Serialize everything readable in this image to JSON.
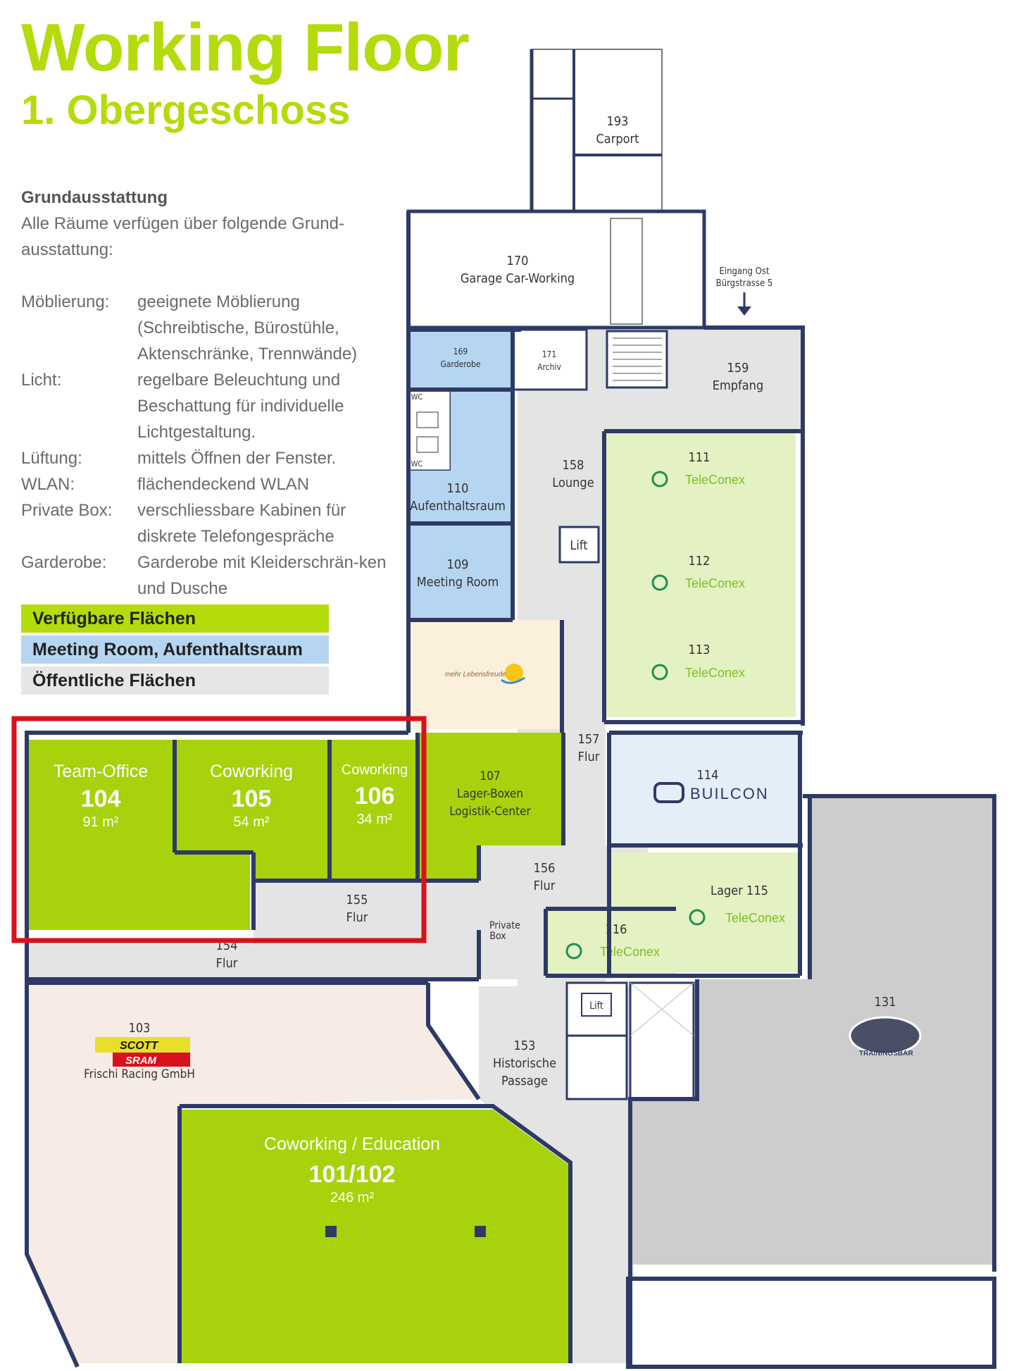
{
  "header": {
    "title": "Working Floor",
    "subtitle": "1. Obergeschoss"
  },
  "info": {
    "heading": "Grundausstattung",
    "intro": "Alle Räume verfügen über folgende Grund-ausstattung:",
    "specs": [
      {
        "key": "Möblierung:",
        "value": "geeignete Möblierung (Schreibtische, Bürostühle, Aktenschränke, Trennwände)"
      },
      {
        "key": "Licht:",
        "value": "regelbare Beleuchtung und Beschattung für individuelle Lichtgestaltung."
      },
      {
        "key": "Lüftung:",
        "value": "mittels Öffnen der Fenster."
      },
      {
        "key": "WLAN:",
        "value": "flächendeckend WLAN"
      },
      {
        "key": "Private Box:",
        "value": "verschliessbare Kabinen für diskrete Telefongespräche"
      },
      {
        "key": "Garderobe:",
        "value": "Garderobe mit Kleiderschrän-ken und Dusche"
      }
    ]
  },
  "legend": {
    "available": {
      "label": "Verfügbare Flächen",
      "color": "#b4db0c"
    },
    "meeting": {
      "label": "Meeting Room, Aufenthaltsraum",
      "color": "#b5d5f0"
    },
    "public": {
      "label": "Öffentliche Flächen",
      "color": "#e6e6e6"
    }
  },
  "colors": {
    "wall": "#2e3a66",
    "available": "#a7d20c",
    "tenant": "#e4f1c2",
    "meeting": "#b5d5f0",
    "public": "#e4e4e4",
    "scott": "#f7ebe6",
    "lebensfreude": "#fbf0dc",
    "builcon": "#e3eef9",
    "dark": "#cdcdcd",
    "highlight": "#d8111b"
  },
  "rooms": {
    "r193": {
      "number": "193",
      "name": "Carport"
    },
    "r170": {
      "number": "170",
      "name": "Garage Car-Working"
    },
    "entrance": {
      "line1": "Eingang Ost",
      "line2": "Bürgstrasse 5"
    },
    "r169": {
      "number": "169",
      "name": "Garderobe"
    },
    "r171": {
      "number": "171",
      "name": "Archiv"
    },
    "r159": {
      "number": "159",
      "name": "Empfang"
    },
    "wc1": "WC",
    "wc2": "WC",
    "r158": {
      "number": "158",
      "name": "Lounge"
    },
    "r111": {
      "number": "111",
      "tenant": "TeleConex"
    },
    "r110": {
      "number": "110",
      "name": "Aufenthaltsraum"
    },
    "lift_upper": "Lift",
    "r112": {
      "number": "112",
      "tenant": "TeleConex"
    },
    "r109": {
      "number": "109",
      "name": "Meeting Room"
    },
    "r113": {
      "number": "113",
      "tenant": "TeleConex"
    },
    "lebensfreude": {
      "tenant": "mehr Lebensfreude"
    },
    "r157": {
      "number": "157",
      "name": "Flur"
    },
    "r104": {
      "type": "Team-Office",
      "number": "104",
      "area": "91 m²"
    },
    "r105": {
      "type": "Coworking",
      "number": "105",
      "area": "54 m²"
    },
    "r106": {
      "type": "Coworking",
      "number": "106",
      "area": "34 m²"
    },
    "r107": {
      "number": "107",
      "line1": "Lager-Boxen",
      "line2": "Logistik-Center"
    },
    "r114": {
      "number": "114",
      "tenant": "BUILCON"
    },
    "r156": {
      "number": "156",
      "name": "Flur"
    },
    "r155": {
      "number": "155",
      "name": "Flur"
    },
    "r115": {
      "name": "Lager 115",
      "tenant": "TeleConex"
    },
    "private_box": {
      "line1": "Private",
      "line2": "Box"
    },
    "r116": {
      "number": "116",
      "tenant": "TeleConex"
    },
    "r154": {
      "number": "154",
      "name": "Flur"
    },
    "r131": {
      "number": "131",
      "tenant": "TRAININGSBAR"
    },
    "r103": {
      "number": "103",
      "brand1": "SCOTT",
      "brand2": "SRAM",
      "tenant": "Frischi Racing GmbH"
    },
    "lift_lower": "Lift",
    "r153": {
      "number": "153",
      "line1": "Historische",
      "line2": "Passage"
    },
    "r101": {
      "type": "Coworking / Education",
      "number": "101/102",
      "area": "246 m²"
    }
  }
}
